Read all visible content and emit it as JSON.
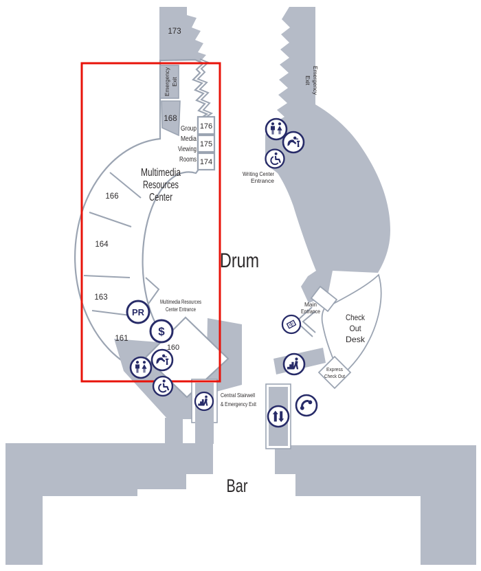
{
  "map": {
    "areas": {
      "drum": "Drum",
      "bar": "Bar"
    },
    "rooms": {
      "r173": "173",
      "r168": "168",
      "r176": "176",
      "r175": "175",
      "r174": "174",
      "r166": "166",
      "r164": "164",
      "r163": "163",
      "r161": "161",
      "r160": "160"
    },
    "labels": {
      "emergency_exit_left": [
        "Emergency",
        "Exit"
      ],
      "emergency_exit_right": [
        "Emergency",
        "Exit"
      ],
      "group_media_viewing_rooms": [
        "Group",
        "Media",
        "Viewing",
        "Rooms"
      ],
      "multimedia_resources_center": [
        "Multimedia",
        "Resources",
        "Center"
      ],
      "mrc_entrance": [
        "Multimedia Resources",
        "Center Entrance"
      ],
      "writing_center_entrance": [
        "Writing Center",
        "Entrance"
      ],
      "main_entrance": [
        "Main",
        "Entrance"
      ],
      "check_out_desk": [
        "Check",
        "Out",
        "Desk"
      ],
      "express_check_out": [
        "Express",
        "Check Out"
      ],
      "central_stairwell": [
        "Central Stairwell",
        "& Emergency Exit"
      ]
    },
    "icons": {
      "pr_label": "PR",
      "dollar_label": "$",
      "names": [
        "parents-room",
        "cash",
        "restroom",
        "drinking-fountain",
        "wheelchair-access",
        "stairs",
        "elevator",
        "telephone",
        "book-return"
      ]
    },
    "colors": {
      "fill_gray": "#b5bbc7",
      "outline_gray": "#9ba4b2",
      "navy": "#272b68",
      "red_highlight": "#e8130a",
      "text_dark": "#2d2a2b"
    }
  }
}
